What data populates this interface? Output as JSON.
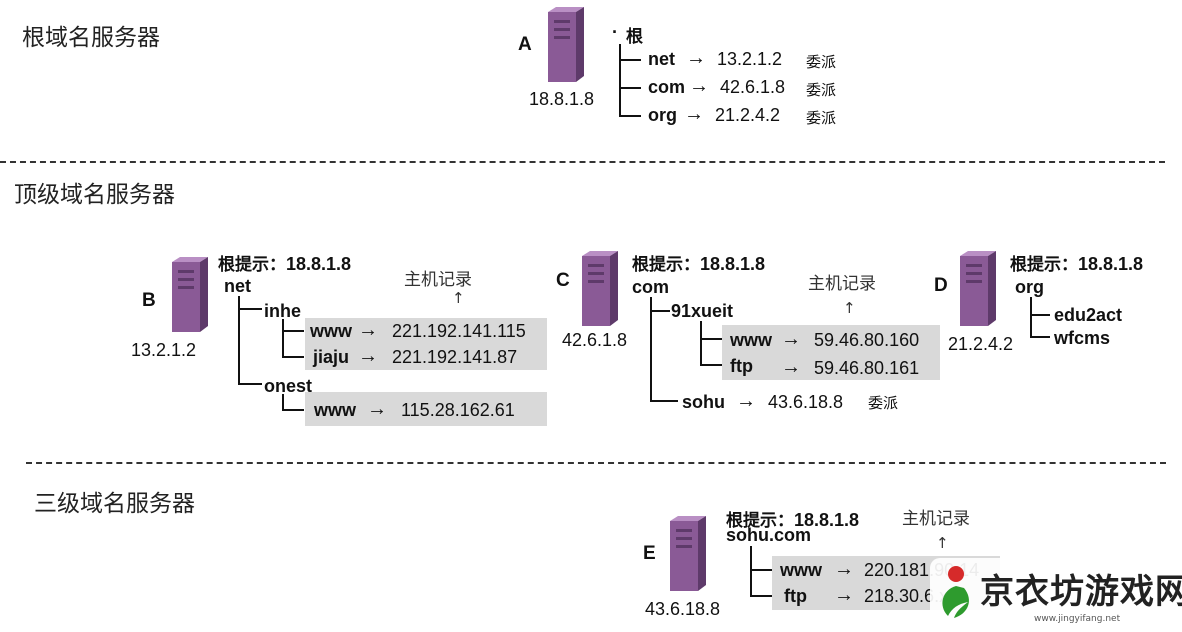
{
  "sections": {
    "root": "根域名服务器",
    "tld": "顶级域名服务器",
    "third": "三级域名服务器"
  },
  "server_a": {
    "letter": "A",
    "ip": "18.8.1.8",
    "root_label": "根",
    "rows": [
      {
        "name": "net",
        "arrow": "→",
        "ip": "13.2.1.2",
        "note": "委派"
      },
      {
        "name": "com",
        "arrow": "→",
        "ip": "42.6.1.8",
        "note": "委派"
      },
      {
        "name": "org",
        "arrow": "→",
        "ip": "21.2.4.2",
        "note": "委派"
      }
    ]
  },
  "server_b": {
    "letter": "B",
    "ip": "13.2.1.2",
    "hint_label": "根提示：",
    "hint_ip": "18.8.1.8",
    "host_note": "主机记录",
    "up_arrow": "↑",
    "zone": "net",
    "sub1": "inhe",
    "sub1_rows": [
      {
        "name": "www",
        "arrow": "→",
        "ip": "221.192.141.115"
      },
      {
        "name": "jiaju",
        "arrow": "→",
        "ip": "221.192.141.87"
      }
    ],
    "sub2": "onest",
    "sub2_rows": [
      {
        "name": "www",
        "arrow": "→",
        "ip": "115.28.162.61"
      }
    ]
  },
  "server_c": {
    "letter": "C",
    "ip": "42.6.1.8",
    "hint_label": "根提示：",
    "hint_ip": "18.8.1.8",
    "host_note": "主机记录",
    "up_arrow": "↑",
    "zone": "com",
    "sub1": "91xueit",
    "sub1_rows": [
      {
        "name": "www",
        "arrow": "→",
        "ip": "59.46.80.160"
      },
      {
        "name": "ftp",
        "arrow": "→",
        "ip": "59.46.80.161"
      }
    ],
    "sub2": "sohu",
    "sub2_arrow": "→",
    "sub2_ip": "43.6.18.8",
    "sub2_note": "委派"
  },
  "server_d": {
    "letter": "D",
    "ip": "21.2.4.2",
    "hint_label": "根提示：",
    "hint_ip": "18.8.1.8",
    "zone": "org",
    "subs": [
      "edu2act",
      "wfcms"
    ]
  },
  "server_e": {
    "letter": "E",
    "ip": "43.6.18.8",
    "hint_label": "根提示：",
    "hint_ip": "18.8.1.8",
    "host_note": "主机记录",
    "up_arrow": "↑",
    "zone": "sohu.com",
    "rows": [
      {
        "name": "www",
        "arrow": "→",
        "ip": "220.181.90.14"
      },
      {
        "name": "ftp",
        "arrow": "→",
        "ip": "218.30.6.x"
      }
    ]
  },
  "watermark": {
    "brand": "京衣坊游戏网",
    "url": "www.jingyifang.net"
  },
  "colors": {
    "server": "#8a5a96",
    "server_dark": "#5e3a6a",
    "gray_box": "#d9d9d9",
    "watermark_green": "#2e9b2e"
  }
}
